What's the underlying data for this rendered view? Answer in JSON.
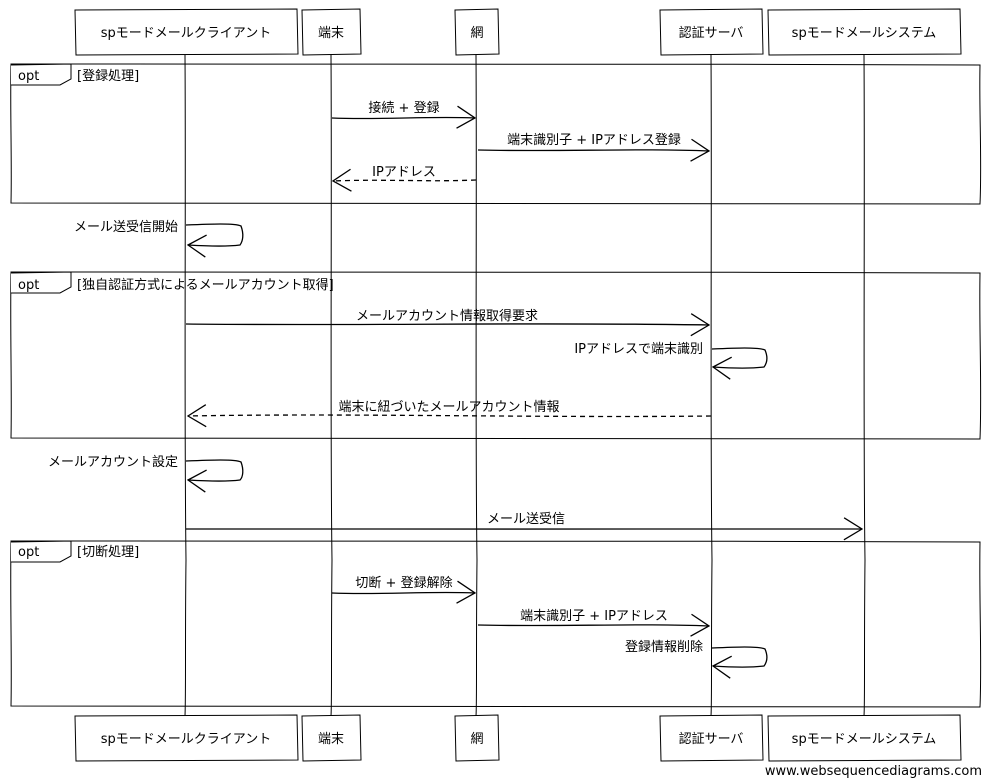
{
  "participants": [
    {
      "id": "client",
      "label": "spモードメールクライアント"
    },
    {
      "id": "terminal",
      "label": "端末"
    },
    {
      "id": "net",
      "label": "網"
    },
    {
      "id": "auth",
      "label": "認証サーバ"
    },
    {
      "id": "system",
      "label": "spモードメールシステム"
    }
  ],
  "fragments": [
    {
      "type": "opt",
      "label": "[登録処理]"
    },
    {
      "type": "opt",
      "label": "[独自認証方式によるメールアカウント取得]"
    },
    {
      "type": "opt",
      "label": "[切断処理]"
    }
  ],
  "messages": [
    {
      "from": "terminal",
      "to": "net",
      "label": "接続 + 登録",
      "style": "solid"
    },
    {
      "from": "net",
      "to": "auth",
      "label": "端末識別子 + IPアドレス登録",
      "style": "solid"
    },
    {
      "from": "net",
      "to": "terminal",
      "label": "IPアドレス",
      "style": "dashed"
    },
    {
      "from": "client",
      "to": "client",
      "label": "メール送受信開始",
      "style": "self"
    },
    {
      "from": "client",
      "to": "auth",
      "label": "メールアカウント情報取得要求",
      "style": "solid"
    },
    {
      "from": "auth",
      "to": "auth",
      "label": "IPアドレスで端末識別",
      "style": "self"
    },
    {
      "from": "auth",
      "to": "client",
      "label": "端末に紐づいたメールアカウント情報",
      "style": "dashed"
    },
    {
      "from": "client",
      "to": "client",
      "label": "メールアカウント設定",
      "style": "self"
    },
    {
      "from": "client",
      "to": "system",
      "label": "メール送受信",
      "style": "solid"
    },
    {
      "from": "terminal",
      "to": "net",
      "label": "切断 + 登録解除",
      "style": "solid"
    },
    {
      "from": "net",
      "to": "auth",
      "label": "端末識別子 + IPアドレス",
      "style": "solid"
    },
    {
      "from": "auth",
      "to": "auth",
      "label": "登録情報削除",
      "style": "self"
    }
  ],
  "footer": "www.websequencediagrams.com"
}
